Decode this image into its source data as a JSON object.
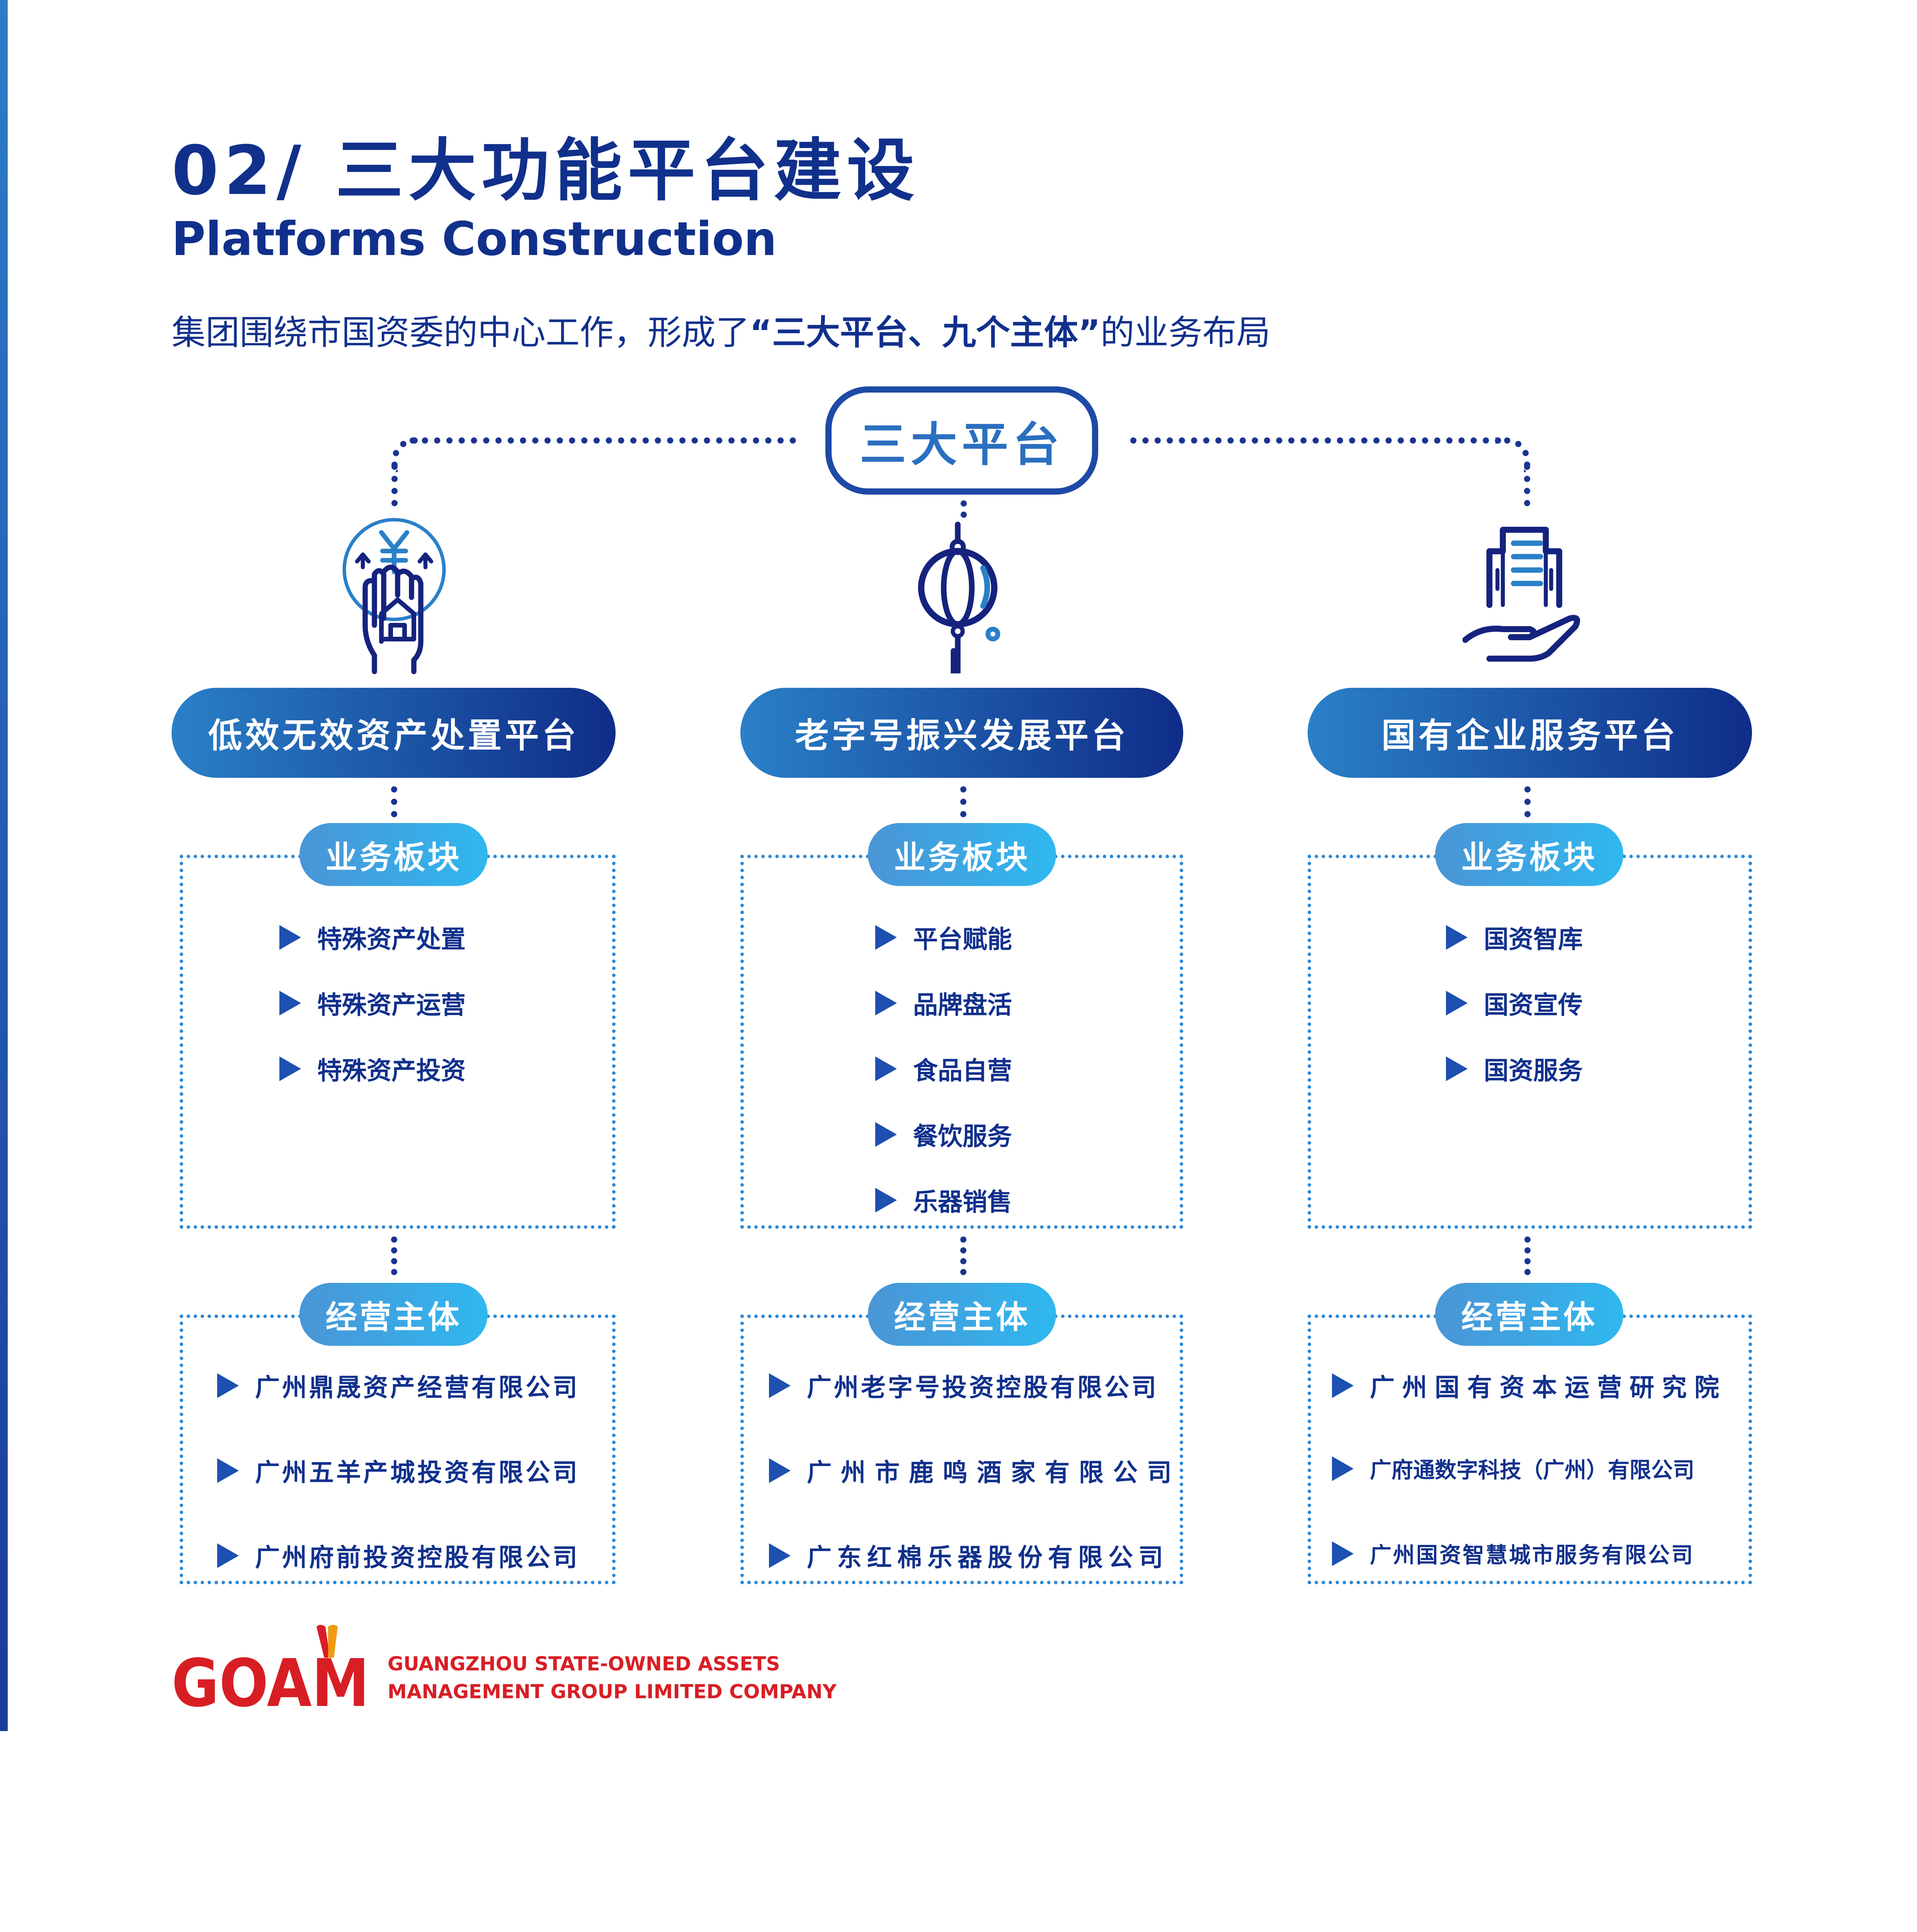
{
  "header": {
    "title": "02/ 三大功能平台建设",
    "subtitle_en": "Platforms Construction",
    "intro_prefix": "集团围绕市国资委的中心工作，形成了",
    "intro_emphasis": "“三大平台、九个主体”",
    "intro_suffix": "的业务布局"
  },
  "root": {
    "label": "三大平台"
  },
  "platforms": [
    {
      "name": "低效无效资产处置平台",
      "icon": "hand-house-yuan-icon",
      "business_label": "业务板块",
      "business": [
        "特殊资产处置",
        "特殊资产运营",
        "特殊资产投资"
      ],
      "entity_label": "经营主体",
      "entities": [
        "广州鼎晟资产经营有限公司",
        "广州五羊产城投资有限公司",
        "广州府前投资控股有限公司"
      ]
    },
    {
      "name": "老字号振兴发展平台",
      "icon": "lantern-icon",
      "business_label": "业务板块",
      "business": [
        "平台赋能",
        "品牌盘活",
        "食品自营",
        "餐饮服务",
        "乐器销售"
      ],
      "entity_label": "经营主体",
      "entities": [
        "广州老字号投资控股有限公司",
        "广州市鹿鸣酒家有限公司",
        "广东红棉乐器股份有限公司"
      ]
    },
    {
      "name": "国有企业服务平台",
      "icon": "hand-building-icon",
      "business_label": "业务板块",
      "business": [
        "国资智库",
        "国资宣传",
        "国资服务"
      ],
      "entity_label": "经营主体",
      "entities": [
        "广州国有资本运营研究院",
        "广府通数字科技（广州）有限公司",
        "广州国资智慧城市服务有限公司"
      ]
    }
  ],
  "footer": {
    "logo": "GOAM",
    "company_line1": "GUANGZHOU STATE-OWNED ASSETS",
    "company_line2": "MANAGEMENT GROUP LIMITED COMPANY"
  },
  "colors": {
    "navy": "#10308c",
    "accent": "#2a80c8",
    "cyan": "#2fb8ef",
    "logo_red": "#d81e25",
    "logo_orange": "#f09a10"
  }
}
